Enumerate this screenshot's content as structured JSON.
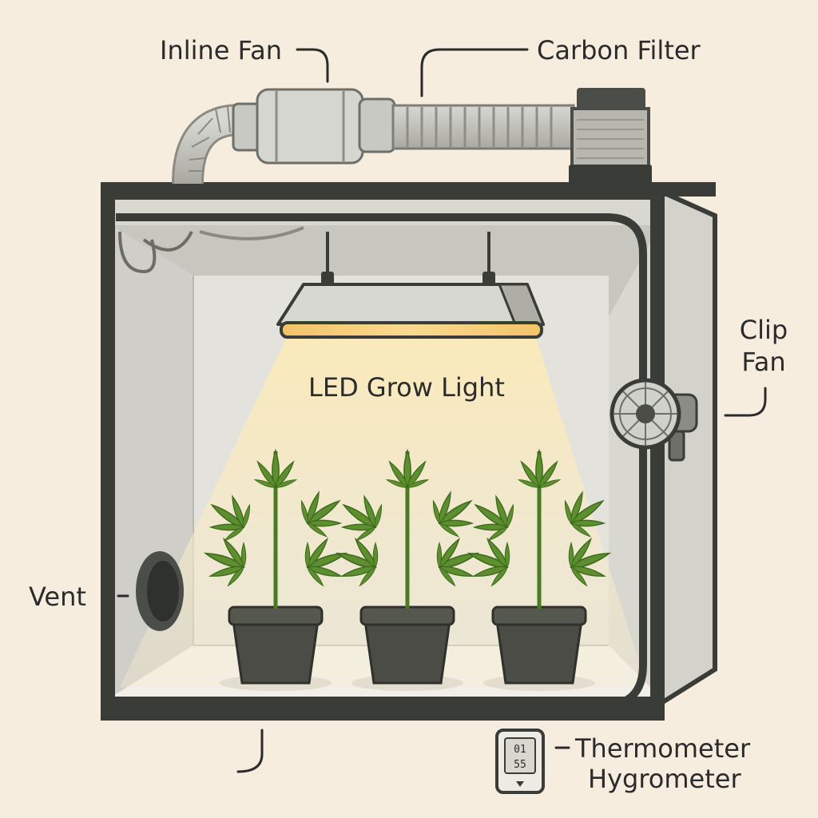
{
  "labels": {
    "inline_fan": "Inline Fan",
    "carbon_filter": "Carbon Filter",
    "led_grow_light": "LED Grow Light",
    "clip_fan_line1": "Clip",
    "clip_fan_line2": "Fan",
    "vent": "Vent",
    "thermometer_line1": "Thermometer",
    "thermometer_line2": "Hygrometer"
  },
  "display": {
    "top_reading": "01",
    "bottom_reading": "55"
  },
  "colors": {
    "background": "#f6eddf",
    "tent_frame": "#3a3c38",
    "tent_interior": "#dcdbd5",
    "floor": "#f1efe8",
    "light_glow": "#f8e7b3",
    "leaf": "#5d8f2f",
    "leaf_dark": "#3f6a1f",
    "pot": "#4a4c45",
    "duct": "#bdbdb6"
  },
  "icons": {
    "inline_fan": "inline-fan-icon",
    "carbon_filter": "carbon-filter-icon",
    "grow_light": "grow-light-icon",
    "clip_fan": "clip-fan-icon",
    "vent": "vent-icon",
    "thermometer": "thermometer-hygrometer-icon",
    "plant": "cannabis-plant-icon"
  }
}
